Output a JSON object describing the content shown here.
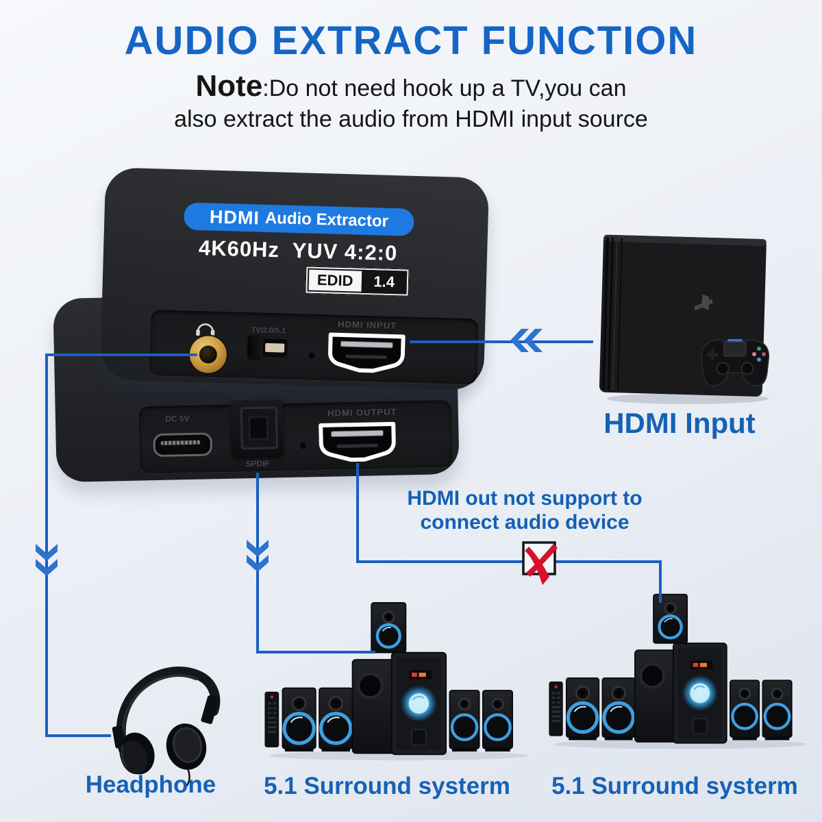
{
  "header": {
    "title": "AUDIO EXTRACT FUNCTION",
    "note_prefix": "Note",
    "note_line1": ":Do not need hook up a TV,you can",
    "note_line2": "also extract the audio from HDMI input source"
  },
  "device": {
    "badge": {
      "brand": "HDMI",
      "name": "Audio Extractor"
    },
    "spec": "4K60Hz  YUV 4:2:0",
    "edid": {
      "label": "EDID",
      "value": "1.4"
    },
    "top_ports": {
      "switch": "TV/2.0/5.1",
      "hdmi_in": "HDMI INPUT"
    },
    "bottom_ports": {
      "dc": "DC 5V",
      "spdif": "SPDIF",
      "hdmi_out": "HDMI OUTPUT"
    }
  },
  "callouts": {
    "hdmi_input_label": "HDMI Input",
    "warning_line1": "HDMI out not support to",
    "warning_line2": "connect audio device",
    "headphone_label": "Headphone",
    "surround_left_label": "5.1 Surround systerm",
    "surround_right_label": "5.1 Surround systerm"
  },
  "colors": {
    "accent_blue": "#1565c4",
    "line_blue": "#1a5fc0",
    "pill_blue": "#1e7ae0",
    "warning_red": "#d8102c",
    "jack_gold": "#c89a3f"
  }
}
